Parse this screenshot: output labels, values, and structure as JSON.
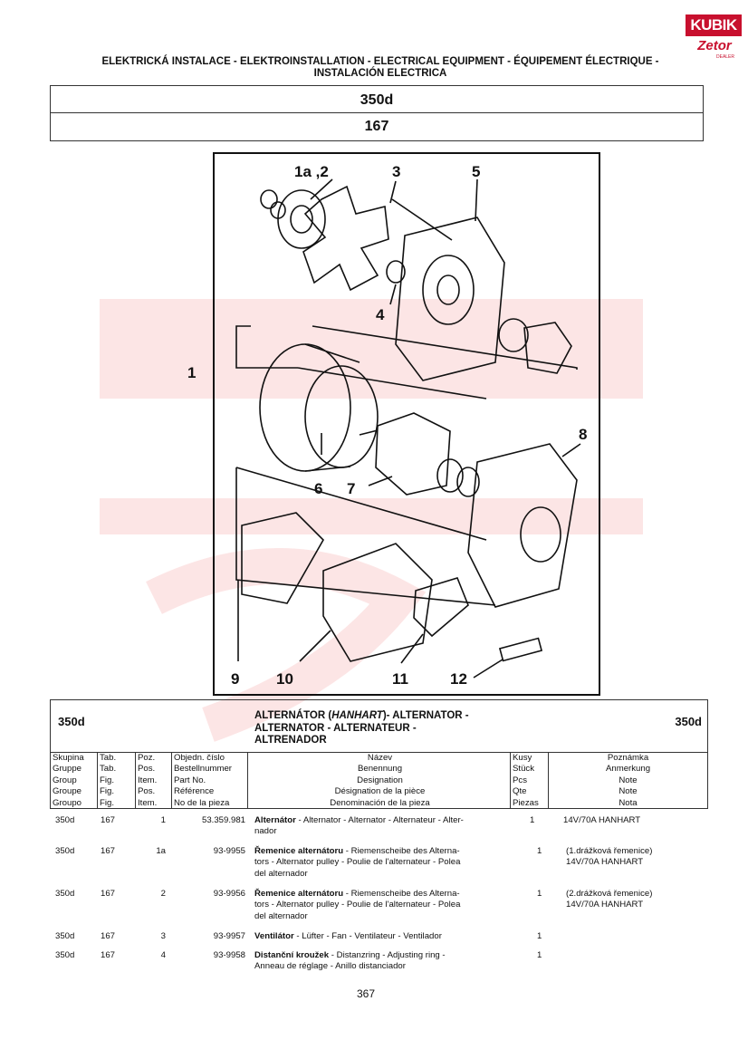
{
  "logo": {
    "brand": "KUBIK",
    "sub": "Zetor",
    "dealer": "DEALER"
  },
  "header": {
    "title_line1": "ELEKTRICKÁ INSTALACE - ELEKTROINSTALLATION - ELECTRICAL EQUIPMENT - ÉQUIPEMENT ÉLECTRIQUE -",
    "title_line2": "INSTALACIÓN ELECTRICA",
    "group": "350d",
    "table": "167"
  },
  "diagram": {
    "callouts": [
      "1a ,2",
      "3",
      "5",
      "4",
      "1",
      "8",
      "6",
      "7",
      "9",
      "10",
      "11",
      "12"
    ]
  },
  "table": {
    "group_left": "350d",
    "group_right": "350d",
    "title_line1_pre": "ALTERNÁTOR (",
    "title_line1_em": "HANHART",
    "title_line1_post": ")- ALTERNATOR -",
    "title_line2": "ALTERNATOR - ALTERNATEUR -",
    "title_line3": "ALTRENADOR",
    "columns": [
      {
        "lines": [
          "Skupina",
          "Gruppe",
          "Group",
          "Groupe",
          "Groupo"
        ]
      },
      {
        "lines": [
          "Tab.",
          "Tab.",
          "Fig.",
          "Fig.",
          "Fig."
        ]
      },
      {
        "lines": [
          "Poz.",
          "Pos.",
          "Item.",
          "Pos.",
          "Item."
        ]
      },
      {
        "lines": [
          "Objedn. číslo",
          "Bestellnummer",
          "Part No.",
          "Référence",
          "No de la pieza"
        ]
      },
      {
        "lines": [
          "Název",
          "Benennung",
          "Designation",
          "Désignation de la pièce",
          "Denominación de la pieza"
        ]
      },
      {
        "lines": [
          "Kusy",
          "Stück",
          "Pcs",
          "Qte",
          "Piezas"
        ]
      },
      {
        "lines": [
          "Poznámka",
          "Anmerkung",
          "Note",
          "Note",
          "Nota"
        ]
      }
    ],
    "rows": [
      {
        "group": "350d",
        "tab": "167",
        "pos": "1",
        "part": "53.359.981",
        "name_bold": "Alternátor",
        "name_rest": " - Alternator - Alternator - Alternateur - Alter-",
        "name_line2": "nador",
        "name_line3": "",
        "qty": "1",
        "note1": "14V/70A HANHART",
        "note2": ""
      },
      {
        "group": "350d",
        "tab": "167",
        "pos": "1a",
        "part": "93-9955",
        "name_bold": "Řemenice alternátoru",
        "name_rest": " - Riemenscheibe des Alterna-",
        "name_line2": "tors - Alternator pulley - Poulie de l'alternateur - Polea",
        "name_line3": "del alternador",
        "qty": "1",
        "note1": "(1.drážková řemenice)",
        "note2": "14V/70A HANHART"
      },
      {
        "group": "350d",
        "tab": "167",
        "pos": "2",
        "part": "93-9956",
        "name_bold": "Řemenice alternátoru",
        "name_rest": " - Riemenscheibe des Alterna-",
        "name_line2": "tors - Alternator pulley - Poulie de l'alternateur - Polea",
        "name_line3": "del alternador",
        "qty": "1",
        "note1": "(2.drážková řemenice)",
        "note2": "14V/70A HANHART"
      },
      {
        "group": "350d",
        "tab": "167",
        "pos": "3",
        "part": "93-9957",
        "name_bold": "Ventilátor",
        "name_rest": " - Lüfter - Fan - Ventilateur - Ventilador",
        "name_line2": "",
        "name_line3": "",
        "qty": "1",
        "note1": "",
        "note2": ""
      },
      {
        "group": "350d",
        "tab": "167",
        "pos": "4",
        "part": "93-9958",
        "name_bold": "Distanční kroužek",
        "name_rest": " - Distanzring - Adjusting ring -",
        "name_line2": "Anneau de réglage - Anillo distanciador",
        "name_line3": "",
        "qty": "1",
        "note1": "",
        "note2": ""
      }
    ]
  },
  "page_number": "367"
}
